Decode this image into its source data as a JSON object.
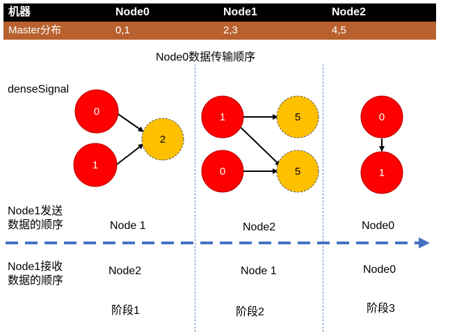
{
  "header": {
    "col0": "机器",
    "col1": "Node0",
    "col2": "Node1",
    "col3": "Node2"
  },
  "master_row": {
    "label": "Master分布",
    "col1": "0,1",
    "col2": "2,3",
    "col3": "4,5"
  },
  "title": "Node0数据传输顺序",
  "signal_label": "denseSignal",
  "stages": {
    "stage1": {
      "nodes": [
        "0",
        "1",
        "2"
      ],
      "send": "Node 1",
      "recv": "Node2",
      "label": "阶段1"
    },
    "stage2": {
      "nodes": [
        "1",
        "0",
        "5",
        "5"
      ],
      "send": "Node2",
      "recv": "Node 1",
      "label": "阶段2"
    },
    "stage3": {
      "nodes": [
        "0",
        "1"
      ],
      "send": "Node0",
      "recv": "Node0",
      "label": "阶段3"
    }
  },
  "row_labels": {
    "send_line1": "Node1发送",
    "send_line2": "数据的顺序",
    "recv_line1": "Node1接收",
    "recv_line2": "数据的顺序"
  },
  "colors": {
    "red_node": "#ff0000",
    "yellow_node": "#ffc000",
    "header_black": "#000000",
    "header_brown": "#b8612e",
    "arrow_blue": "#4472c4"
  }
}
